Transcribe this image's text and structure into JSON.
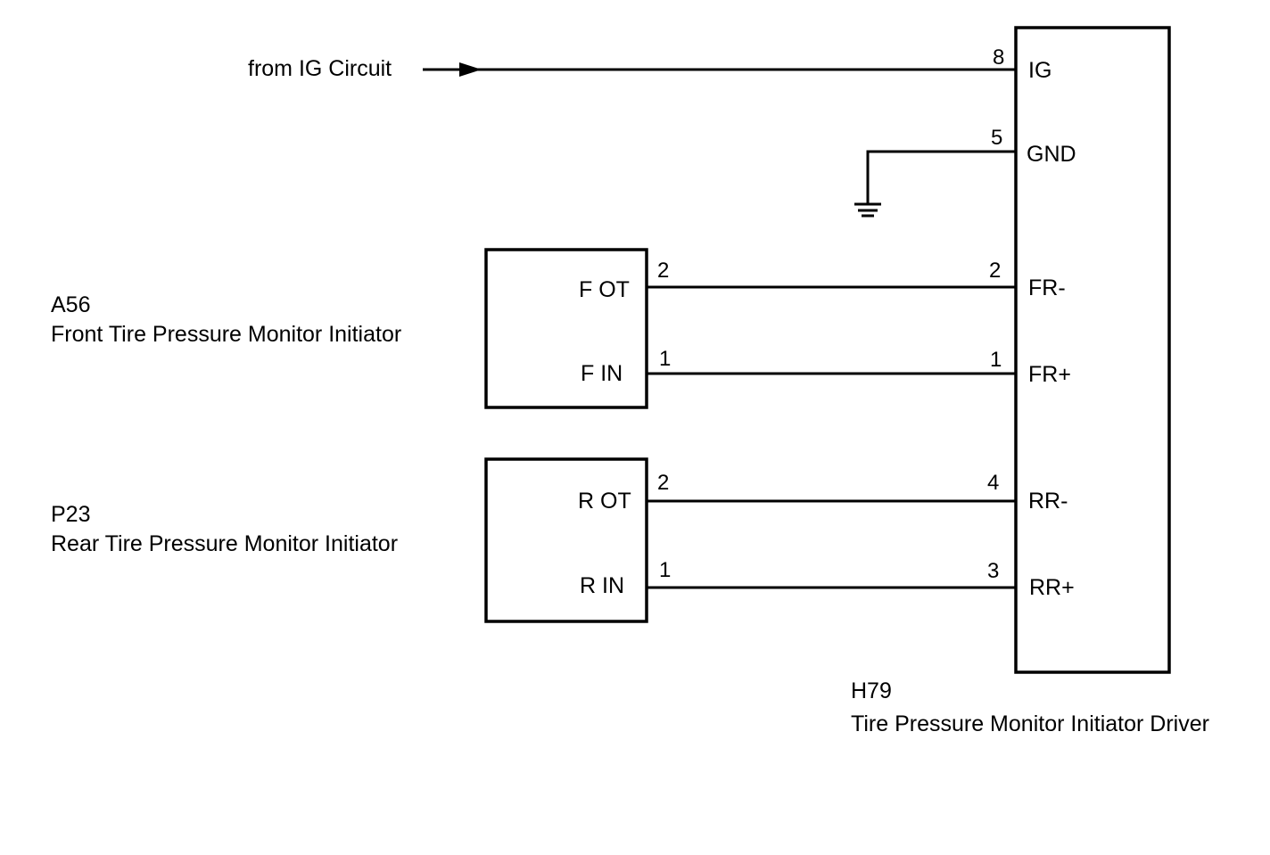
{
  "ig_source": {
    "label": "from IG Circuit"
  },
  "driver": {
    "code": "H79",
    "name": "Tire Pressure Monitor Initiator Driver",
    "terminals": {
      "ig": {
        "pin": "8",
        "label": "IG"
      },
      "gnd": {
        "pin": "5",
        "label": "GND"
      },
      "fr_minus": {
        "pin": "2",
        "label": "FR-"
      },
      "fr_plus": {
        "pin": "1",
        "label": "FR+"
      },
      "rr_minus": {
        "pin": "4",
        "label": "RR-"
      },
      "rr_plus": {
        "pin": "3",
        "label": "RR+"
      }
    }
  },
  "front_initiator": {
    "code": "A56",
    "name": "Front Tire Pressure Monitor Initiator",
    "terminals": {
      "out": {
        "pin": "2",
        "label": "F OT"
      },
      "in": {
        "pin": "1",
        "label": "F IN"
      }
    }
  },
  "rear_initiator": {
    "code": "P23",
    "name": "Rear Tire Pressure Monitor Initiator",
    "terminals": {
      "out": {
        "pin": "2",
        "label": "R OT"
      },
      "in": {
        "pin": "1",
        "label": "R IN"
      }
    }
  },
  "colors": {
    "line": "#000000",
    "background": "#ffffff"
  }
}
